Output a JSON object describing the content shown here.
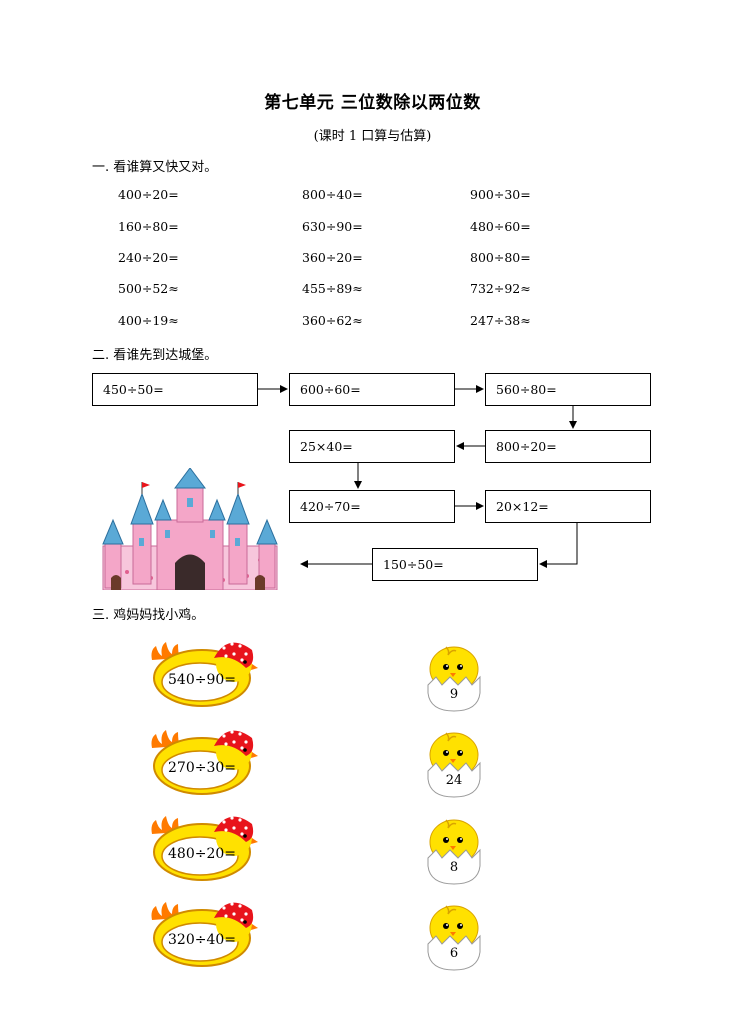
{
  "title": "第七单元  三位数除以两位数",
  "subtitle": "(课时 1    口算与估算)",
  "section1": {
    "heading": "一. 看谁算又快又对。",
    "rows": [
      [
        "400÷20=",
        "800÷40=",
        "900÷30="
      ],
      [
        "160÷80=",
        "630÷90=",
        "480÷60="
      ],
      [
        "240÷20=",
        "360÷20=",
        "800÷80="
      ],
      [
        "500÷52≈",
        "455÷89≈",
        "732÷92≈"
      ],
      [
        "400÷19≈",
        "360÷62≈",
        "247÷38≈"
      ]
    ]
  },
  "section2": {
    "heading": "二. 看谁先到达城堡。",
    "boxes": [
      "450÷50=",
      "600÷60=",
      "560÷80=",
      "800÷20=",
      "25×40=",
      "420÷70=",
      "20×12=",
      "150÷50="
    ]
  },
  "section3": {
    "heading": "三. 鸡妈妈找小鸡。",
    "hens": [
      "540÷90=",
      "270÷30=",
      "480÷20=",
      "320÷40="
    ],
    "chicks": [
      "9",
      "24",
      "8",
      "6"
    ]
  },
  "colors": {
    "hen_body": "#ffe100",
    "hen_comb": "#ff7a00",
    "scarf": "#e8141b",
    "chick": "#ffe100",
    "castle_pink": "#f4a6c8",
    "castle_blue": "#5aa9d6"
  }
}
